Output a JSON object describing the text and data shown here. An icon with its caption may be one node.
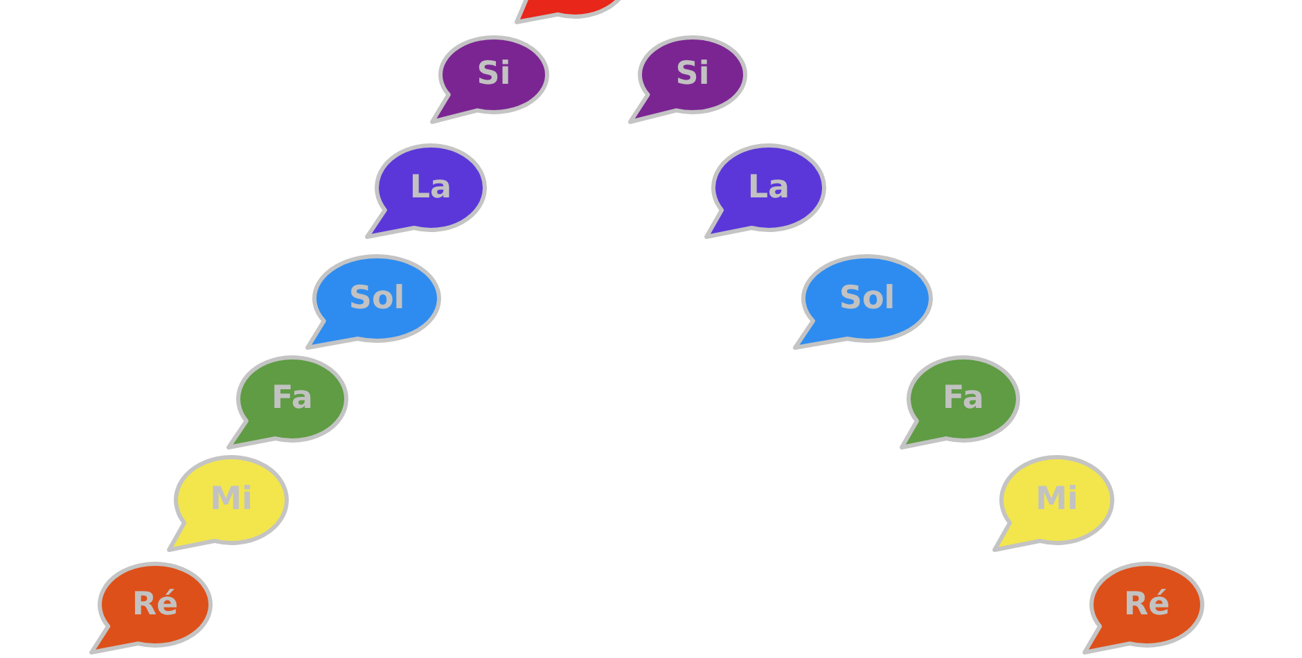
{
  "diagram": {
    "nodes": [
      {
        "text": [],
        "shape": "bubble"
      },
      {
        "text": [
          "Si"
        ]
      },
      {
        "text": [
          "Si"
        ]
      },
      {
        "text": [
          "La"
        ]
      },
      {
        "text": [
          "La"
        ]
      },
      {
        "text": [
          "Sol"
        ]
      },
      {
        "text": [
          "Sol"
        ]
      },
      {
        "text": [
          "Fa"
        ]
      },
      {
        "text": [
          "Fa"
        ]
      },
      {
        "text": [
          "Mi"
        ]
      },
      {
        "text": [
          "Mi"
        ]
      },
      {
        "text": [
          "Ré"
        ]
      },
      {
        "text": [
          "Ré"
        ]
      }
    ]
  }
}
